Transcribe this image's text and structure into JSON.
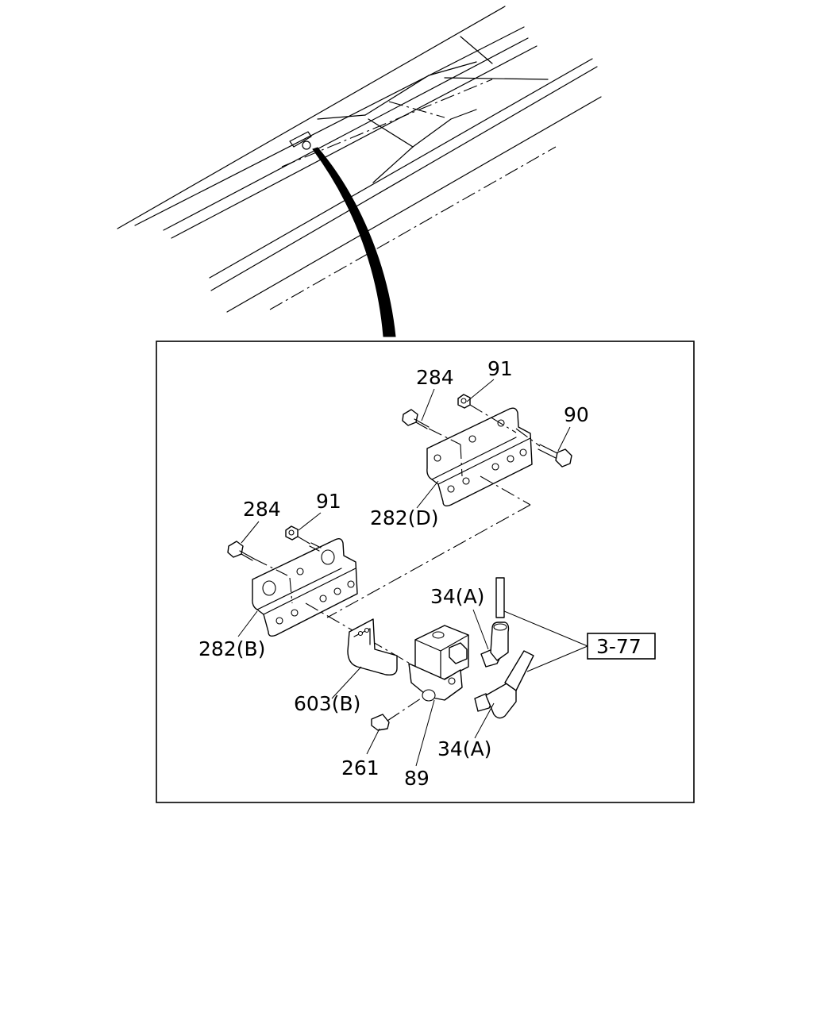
{
  "callouts": {
    "c284_top": "284",
    "c91_top": "91",
    "c90": "90",
    "c282d": "282(D)",
    "c284_left": "284",
    "c91_left": "91",
    "c282b": "282(B)",
    "c34a_top": "34(A)",
    "c34a_bottom": "34(A)",
    "c603b": "603(B)",
    "c261": "261",
    "c89": "89"
  },
  "reference": {
    "label": "3-77"
  }
}
